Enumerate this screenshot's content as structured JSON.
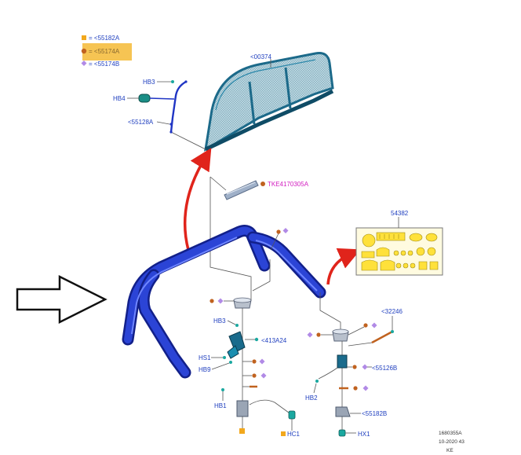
{
  "legend": [
    {
      "symbol": "square",
      "color": "#f2a81d",
      "label": "= <55182A",
      "highlighted": false
    },
    {
      "symbol": "circle",
      "color": "#c0621f",
      "label": "= <55174A",
      "highlighted": true,
      "highlight_color": "#f6c453"
    },
    {
      "symbol": "diamond",
      "color": "#b18ae6",
      "label": "= <55174B",
      "highlighted": false
    }
  ],
  "callouts": {
    "window": "<00374",
    "hb3_top": "HB3",
    "hb4": "HB4",
    "c55128a": "<55128A",
    "tke": "TKE4170305A",
    "ref54382": "54382",
    "hb3_mid": "HB3",
    "c413a24": "<413A24",
    "hs1": "HS1",
    "hb9": "HB9",
    "hb1": "HB1",
    "hc1": "HC1",
    "c32246": "<32246",
    "c55126b": "<55126B",
    "hb2": "HB2",
    "c55182b": "<55182B",
    "hx1": "HX1"
  },
  "drawing_code": [
    "1680355A",
    "10-2020 43",
    "KE"
  ],
  "colors": {
    "label_blue": "#1f3fbf",
    "label_magenta": "#d21cc0",
    "rollbar_blue": "#1f34c4",
    "window_frame": "#1c6a8a",
    "arrow_red": "#e0241b",
    "pad_yellow": "#ffe13a",
    "clip_teal": "#1aa8a0"
  },
  "icons": {
    "pointer_arrow": "hollow-right-arrow-icon",
    "red_arrows": "curved-red-arrow-icon"
  }
}
